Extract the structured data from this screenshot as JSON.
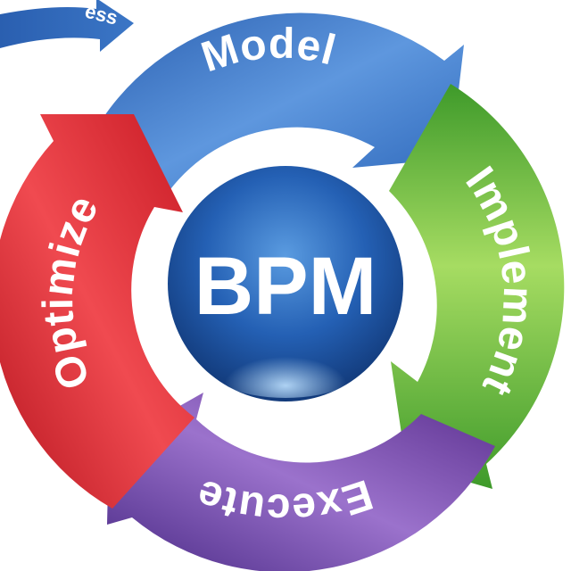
{
  "diagram": {
    "center": {
      "label": "BPM",
      "color": "#1a4f9c"
    },
    "segments": [
      {
        "id": "model",
        "label": "Model",
        "color": "#2f6cc0",
        "light": "#6ea4e6"
      },
      {
        "id": "implement",
        "label": "Implement",
        "color": "#4aa52e",
        "light": "#9ad65a"
      },
      {
        "id": "execute",
        "label": "Execute",
        "color": "#6b3fa0",
        "light": "#a07ad0"
      },
      {
        "id": "optimize",
        "label": "Optimize",
        "color": "#d8202b",
        "light": "#f0585e"
      }
    ],
    "top_left_arrow": {
      "label": "ess",
      "color": "#2f6cc0"
    }
  }
}
